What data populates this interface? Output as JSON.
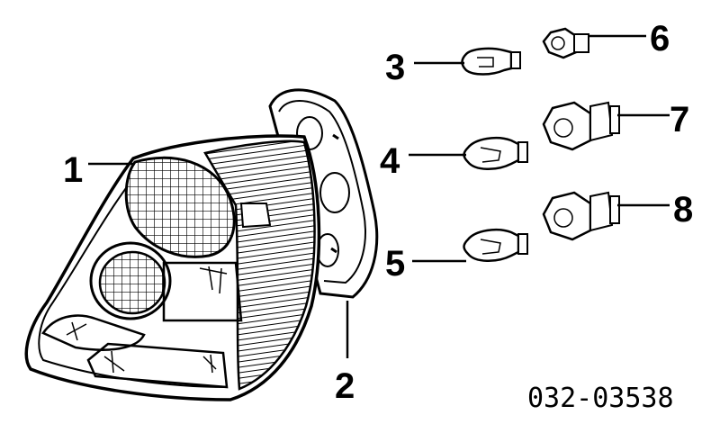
{
  "callouts": {
    "c1": "1",
    "c2": "2",
    "c3": "3",
    "c4": "4",
    "c5": "5",
    "c6": "6",
    "c7": "7",
    "c8": "8"
  },
  "part_number": "032-03538"
}
